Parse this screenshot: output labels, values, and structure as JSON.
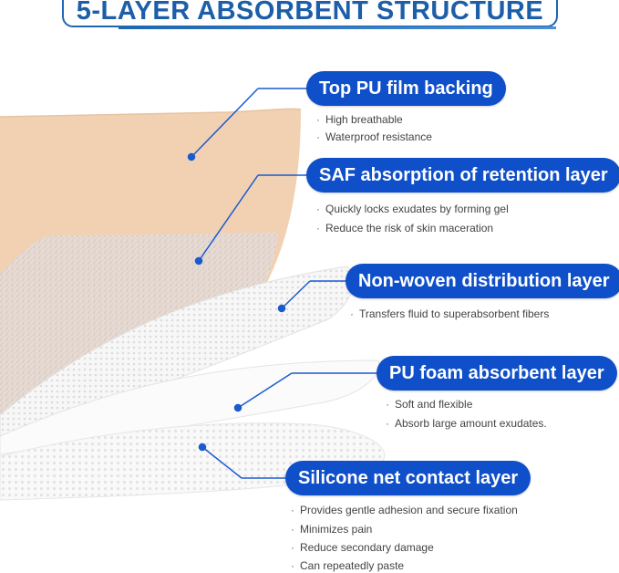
{
  "title": "5-LAYER ABSORBENT STRUCTURE",
  "layers": [
    {
      "label": "Top  PU film backing",
      "bullets": [
        "High breathable",
        "Waterproof resistance"
      ]
    },
    {
      "label": "SAF absorption of retention layer",
      "bullets": [
        "Quickly locks exudates by forming gel",
        "Reduce the risk of skin maceration"
      ]
    },
    {
      "label": "Non-woven distribution layer",
      "bullets": [
        "Transfers fluid to superabsorbent fibers"
      ]
    },
    {
      "label": "PU foam absorbent layer",
      "bullets": [
        "Soft and flexible",
        "Absorb large amount exudates."
      ]
    },
    {
      "label": "Silicone net contact layer",
      "bullets": [
        "Provides gentle adhesion and secure fixation",
        "Minimizes pain",
        "Reduce secondary damage",
        "Can repeatedly paste"
      ]
    }
  ],
  "colors": {
    "accent": "#0f4fc9",
    "title": "#1d5ea8",
    "pu_film": "#f1d1b2",
    "saf": "#e3d6ce"
  }
}
